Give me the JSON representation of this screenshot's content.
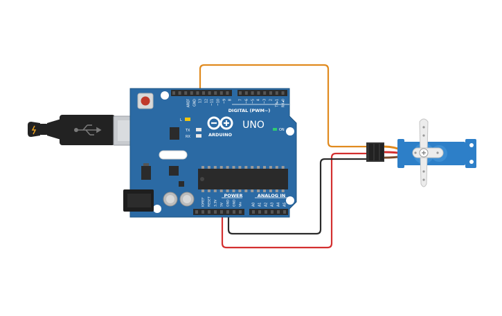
{
  "board": {
    "name": "UNO",
    "brand": "ARDUINO",
    "colors": {
      "pcb": "#2b6aa4",
      "pcb_edge": "#1f5583",
      "header": "#2b2b2b",
      "silk": "#ffffff"
    },
    "digital_label": "DIGITAL (PWM~)",
    "power_label": "POWER",
    "analog_label": "ANALOG IN",
    "on_label": "ON",
    "led_l": "L",
    "led_tx": "TX",
    "led_rx": "RX",
    "top_pins": [
      "AREF",
      "GND",
      "13",
      "12",
      "~11",
      "~10",
      "~9",
      "8",
      "7",
      "~6",
      "~5",
      "4",
      "~3",
      "2",
      "TX▸1",
      "RX◂0"
    ],
    "power_pins": [
      "IOREF",
      "RESET",
      "3.3V",
      "5V",
      "GND",
      "GND",
      "Vin"
    ],
    "analog_pins": [
      "A0",
      "A1",
      "A2",
      "A3",
      "A4",
      "A5"
    ]
  },
  "servo": {
    "colors": {
      "body": "#2d7fc8",
      "horn": "#e8e8e8",
      "connector": "#333333"
    }
  },
  "wires": {
    "signal_color": "#e08a1e",
    "power_color": "#d32f2f",
    "ground_color": "#2a2a2a"
  },
  "usb_cable": {
    "color": "#222222",
    "icon": "usb-icon"
  }
}
